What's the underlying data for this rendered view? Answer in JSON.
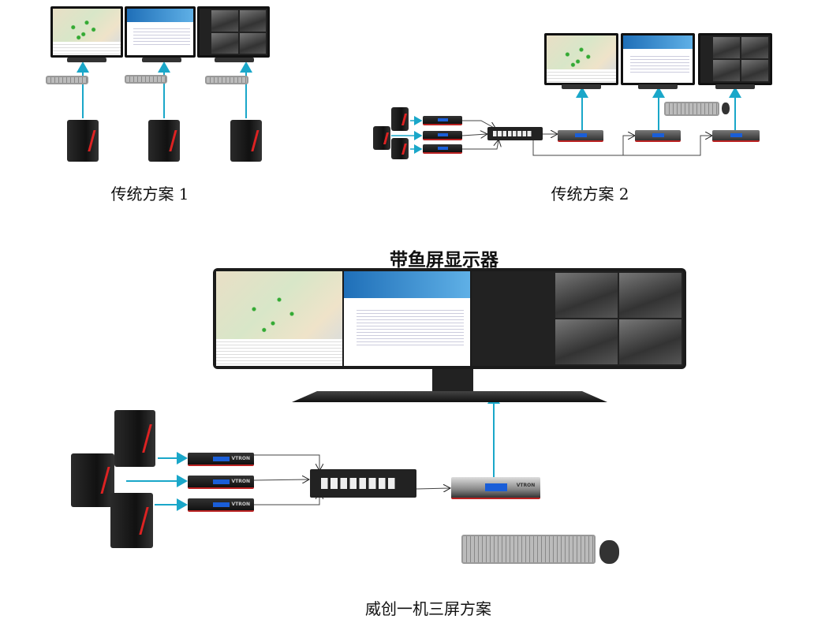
{
  "labels": {
    "scheme1": "传统方案 1",
    "scheme2": "传统方案 2",
    "monitor_title": "带鱼屏显示器",
    "scheme3": "威创一机三屏方案"
  },
  "device_brand": "VTRON",
  "colors": {
    "arrow_blue": "#1aa7c9",
    "line": "#333333"
  }
}
